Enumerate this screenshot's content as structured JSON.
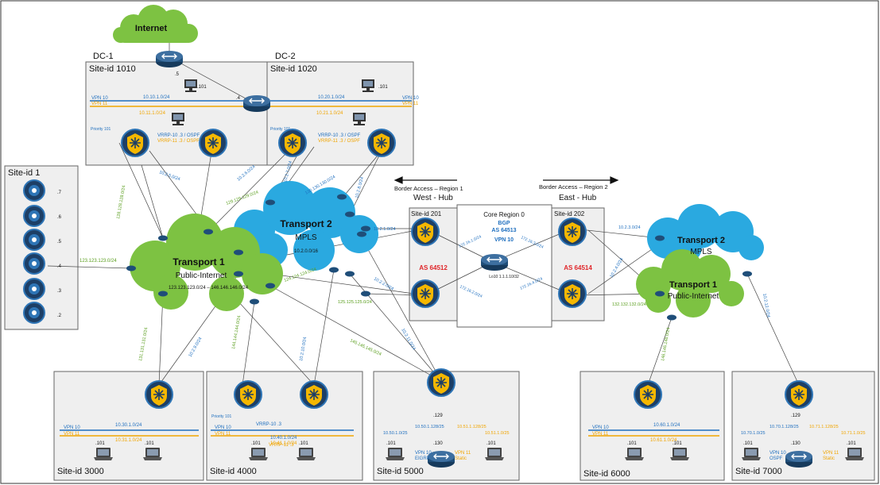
{
  "clouds": {
    "internet": "Internet",
    "t1_title": "Transport 1",
    "t1_sub": "Public-Internet",
    "t1_range": "123.123.123.0/24 – 146.146.146.0/24",
    "t2_title": "Transport 2",
    "t2_sub": "MPLS",
    "t2_range": "10.2.0.0/16",
    "east_t2_title": "Transport 2",
    "east_t2_sub": "MPLS",
    "east_t1_title": "Transport 1",
    "east_t1_sub": "Public-Internet"
  },
  "dc": {
    "dc1": "DC-1",
    "dc2": "DC-2",
    "site1010": "Site-id 1010",
    "site1020": "Site-id 1020",
    "vpn10": "VPN 10",
    "vpn11": "VPN 11",
    "net1010_10": "10.10.1.0/24",
    "net1010_11": "10.11.1.0/24",
    "net1020_10": "10.20.1.0/24",
    "net1020_11": "10.21.1.0/24",
    "vrrp1010_10": "VRRP-10 .3 / OSPF",
    "vrrp1010_11": "VRRP-11 .3 / OSPF",
    "vrrp1020_10": "VRRP-10 .3 / OSPF",
    "vrrp1020_11": "VRRP-11 .3 / OSPF",
    "priority": "Priority 101",
    "host101": ".101",
    "dot5": ".5",
    "dot4": ".4"
  },
  "site1": {
    "title": "Site-id 1",
    "links": [
      ".7",
      ".6",
      ".5",
      ".4",
      ".3",
      ".2"
    ],
    "uplink": "123.123.123.0/24"
  },
  "hubs": {
    "border1": "Border Access – Region 1",
    "border2": "Border Access – Region 2",
    "west": "West - Hub",
    "east": "East - Hub",
    "site201": "Site-id 201",
    "site202": "Site-id 202",
    "core": "Core Region 0",
    "bgp": "BGP",
    "as_core": "AS 64513",
    "vpn10": "VPN 10",
    "as_west": "AS 64512",
    "as_east": "AS 64514",
    "loop": "Lo10 1.1.1.10/32",
    "net201a": "172.16.1.0/24",
    "net201b": "172.16.2.0/24",
    "net202a": "172.16.3.0/24",
    "net202b": "172.16.4.0/24"
  },
  "transport_nets": {
    "n1": "10.2.5.0/24",
    "n2": "10.2.6.0/24",
    "n3": "10.2.7.0/24",
    "n4": "10.2.8.0/24",
    "n5": "129.129.129.0/24",
    "n6": "130.130.130.0/24",
    "n7": "128.128.128.0/24",
    "n8": "125.125.125.0/24",
    "n9": "10.2.1.0/24",
    "n10": "10.2.2.0/24",
    "n11": "10.2.3.0/24",
    "n12": "124.124.124.0/24",
    "n13": "131.131.131.0/24",
    "n14": "144.144.144.0/24",
    "n15": "145.145.145.0/24",
    "n16": "10.2.9.0/24",
    "n17": "10.2.10.0/24",
    "n18": "10.2.11.0/24",
    "n19": "146.146.146.0/24",
    "n20": "10.2.12.0/24",
    "n21": "132.132.132.0/24",
    "n22": "10.2.4.0/24"
  },
  "branches": {
    "s3000": "Site-id 3000",
    "s4000": "Site-id 4000",
    "s5000": "Site-id 5000",
    "s6000": "Site-id 6000",
    "s7000": "Site-id 7000",
    "vpn10": "VPN 10",
    "vpn11": "VPN 11",
    "n3000_10": "10.30.1.0/24",
    "n3000_11": "10.31.1.0/24",
    "n4000_10": "10.40.1.0/24",
    "n4000_11": "10.41.1.0/24",
    "vrrp4000_10": "VRRP-10 .3",
    "vrrp4000_11": "VRRP-11 .3",
    "prio4000": "Priority 101",
    "n5000_a": "10.50.1.0/25",
    "n5000_b": "10.50.1.128/25",
    "n5000_c": "10.51.1.128/25",
    "n5000_d": "10.51.1.0/25",
    "eigrp": "EIGRP",
    "static": "Static",
    "n6000_10": "10.60.1.0/24",
    "n6000_11": "10.61.1.0/24",
    "n7000_a": "10.70.1.0/25",
    "n7000_b": "10.70.1.128/25",
    "n7000_c": "10.71.1.128/25",
    "n7000_d": "10.71.1.0/25",
    "ospf": "OSPF",
    "host101": ".101",
    "dot129": ".129",
    "dot130": ".130"
  },
  "colors": {
    "cloud_green": "#7dc242",
    "cloud_blue": "#2aa9e0",
    "router": "#1f4e79",
    "edge_ring": "#2e75b6",
    "shield": "#f5b700",
    "vpn10": "#1f6fbf",
    "vpn11": "#f0a500",
    "as_red": "#e0262a",
    "box_fill": "#efefef"
  }
}
